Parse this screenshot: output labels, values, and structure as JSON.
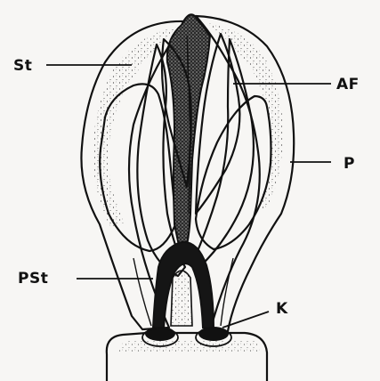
{
  "labels": {
    "st": "St",
    "af": "AF",
    "p": "P",
    "pst": "PSt",
    "k": "K"
  }
}
